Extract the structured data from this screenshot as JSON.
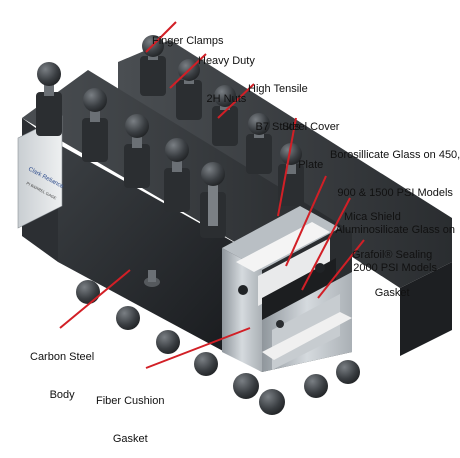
{
  "colors": {
    "body_dark": "#202326",
    "body_mid": "#3a3e42",
    "steel_light": "#cfd4d8",
    "steel_mid": "#9aa1a7",
    "mica_white": "#f2f2f2",
    "glass_dark": "#1b1d1f",
    "leader_red": "#d21f26",
    "text": "#111111"
  },
  "nameplate": {
    "brand": "Clark Reliance",
    "line": "PI BARREL GAGE"
  },
  "labels": {
    "finger_clamps": "Finger Clamps",
    "heavy_duty_nuts": [
      "Heavy Duty",
      "2H Nuts"
    ],
    "high_tensile_studs": [
      "High Tensile",
      "B7 Studs"
    ],
    "steel_cover_plate": [
      "Steel Cover",
      "Plate"
    ],
    "glass_models": [
      "Borosillicate Glass on 450,",
      "900 & 1500 PSI Models",
      "Aluminosilicate Glass on",
      "2000 PSI Models"
    ],
    "mica_shield": "Mica Shield",
    "sealing_gasket": [
      "Grafoil® Sealing",
      "Gasket"
    ],
    "carbon_steel_body": [
      "Carbon Steel",
      "Body"
    ],
    "fiber_cushion_gasket": [
      "Fiber Cushion",
      "Gasket"
    ]
  }
}
